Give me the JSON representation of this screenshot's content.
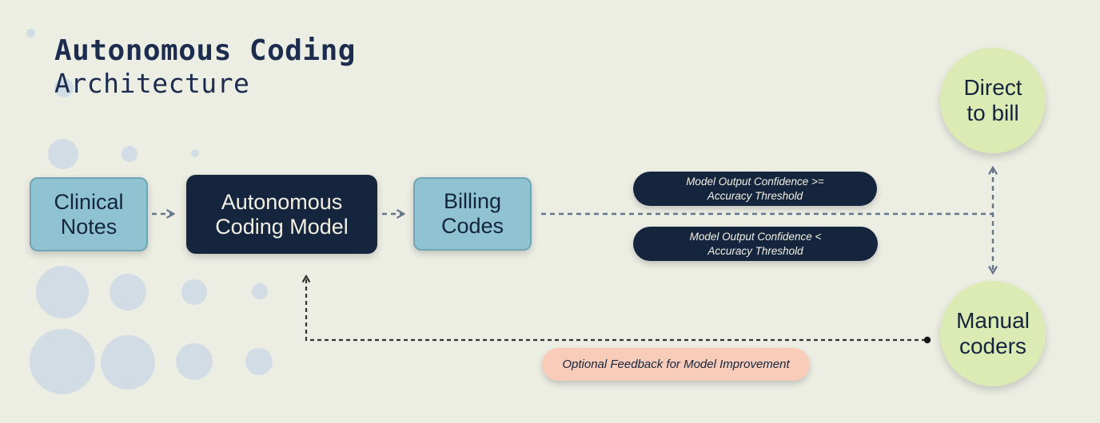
{
  "palette": {
    "background": "#edeee3",
    "navy": "#15253d",
    "title_navy": "#1c2c4e",
    "teal": "#8fc3d2",
    "green": "#dcebb3",
    "peach": "#f9ccba",
    "decorative_dot": "#d2dce5",
    "cream_text": "#f2f0e4",
    "connector_gray": "#66758a",
    "feedback_dark": "#333333"
  },
  "title": {
    "line1": "Autonomous Coding",
    "line2": "Architecture"
  },
  "nodes": {
    "clinical_notes": {
      "line1": "Clinical",
      "line2": "Notes"
    },
    "coding_model": {
      "line1": "Autonomous",
      "line2": "Coding Model"
    },
    "billing_codes": {
      "line1": "Billing",
      "line2": "Codes"
    }
  },
  "conditions": {
    "high_confidence": {
      "line1": "Model Output Confidence >=",
      "line2": "Accuracy Threshold"
    },
    "low_confidence": {
      "line1": "Model Output Confidence <",
      "line2": "Accuracy Threshold"
    }
  },
  "feedback": {
    "label": "Optional Feedback for Model Improvement"
  },
  "outcomes": {
    "direct_to_bill": {
      "line1": "Direct",
      "line2": "to bill"
    },
    "manual_coders": {
      "line1": "Manual",
      "line2": "coders"
    }
  }
}
